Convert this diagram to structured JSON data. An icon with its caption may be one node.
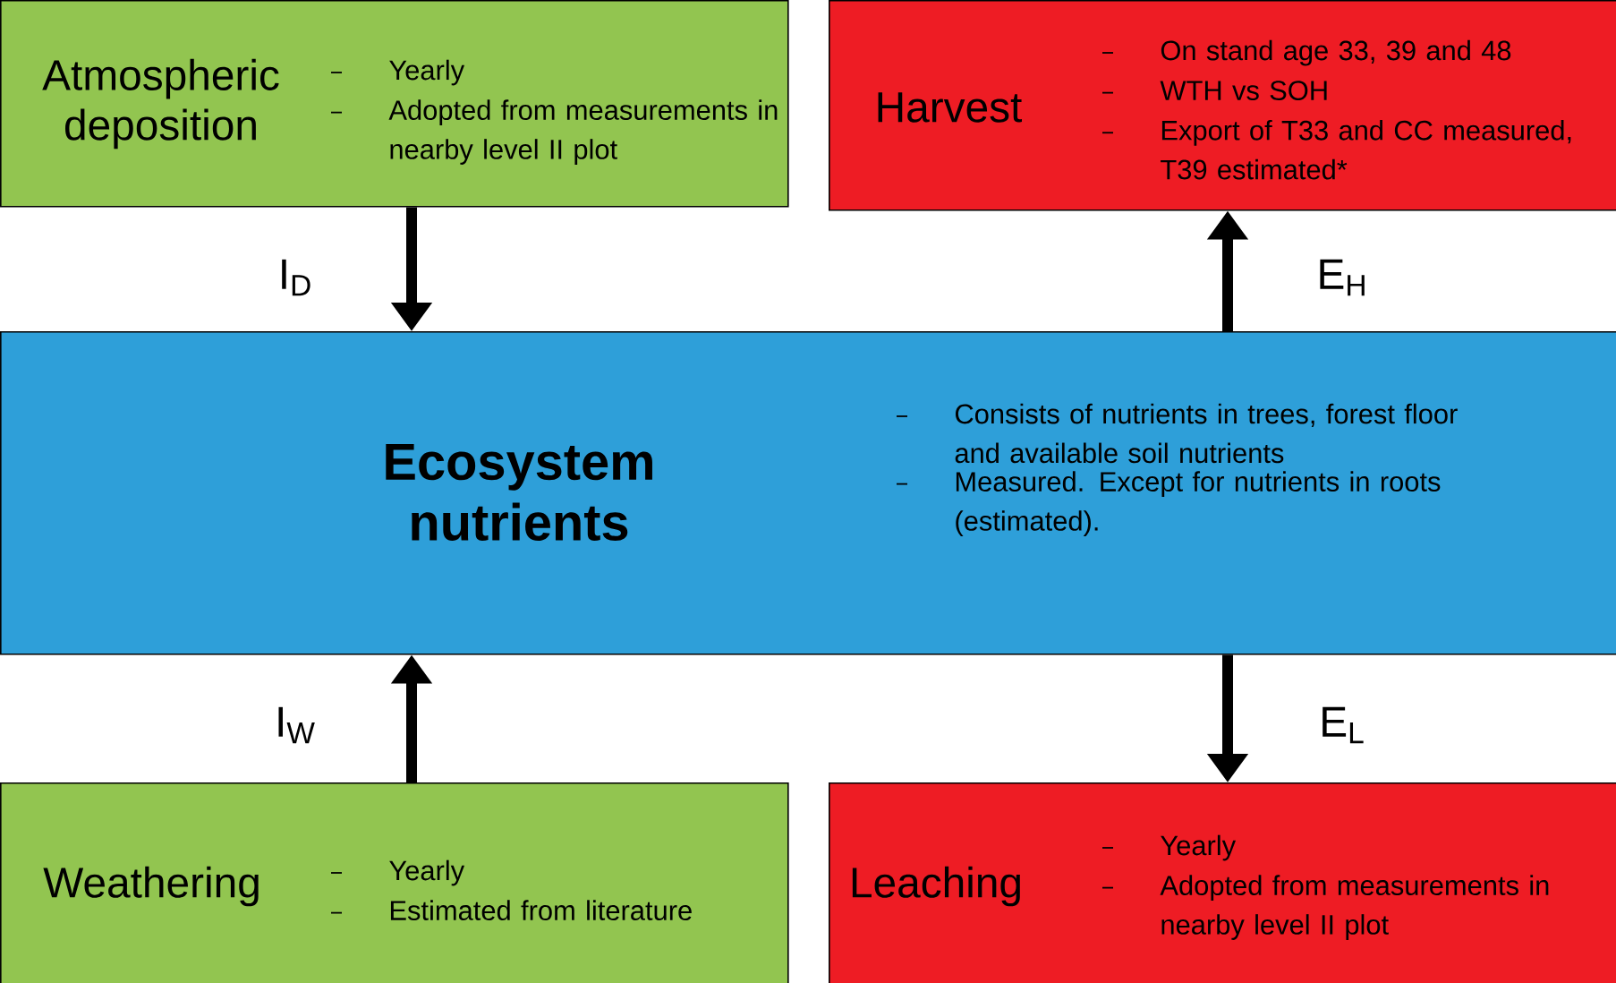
{
  "diagram": {
    "nodes": [
      {
        "text": [
          "Atmospheric deposition",
          "Yearly",
          "Adopted from measurements in nearby level II plot"
        ]
      },
      {
        "text": [
          "Harvest",
          "On stand age 33, 39 and 48",
          "WTH vs SOH",
          "Export of T33 and CC measured, T39 estimated*"
        ]
      },
      {
        "text": [
          "Ecosystem nutrients",
          "Consists of nutrients in trees, forest floor and available soil nutrients",
          "Measured. Except for nutrients in roots (estimated)."
        ]
      },
      {
        "text": [
          "Weathering",
          "Yearly",
          "Estimated from literature"
        ]
      },
      {
        "text": [
          "Leaching",
          "Yearly",
          "Adopted from measurements in nearby level II plot"
        ]
      }
    ],
    "edges": [
      {
        "from": 0,
        "to": 2,
        "arrow": "to",
        "label": "I$_{D}$"
      },
      {
        "from": 2,
        "to": 1,
        "arrow": "to",
        "label": "E$_{H}$"
      },
      {
        "from": 3,
        "to": 2,
        "arrow": "to",
        "label": "I$_{W}$"
      },
      {
        "from": 2,
        "to": 4,
        "arrow": "to",
        "label": "E$_{L}$"
      }
    ]
  }
}
